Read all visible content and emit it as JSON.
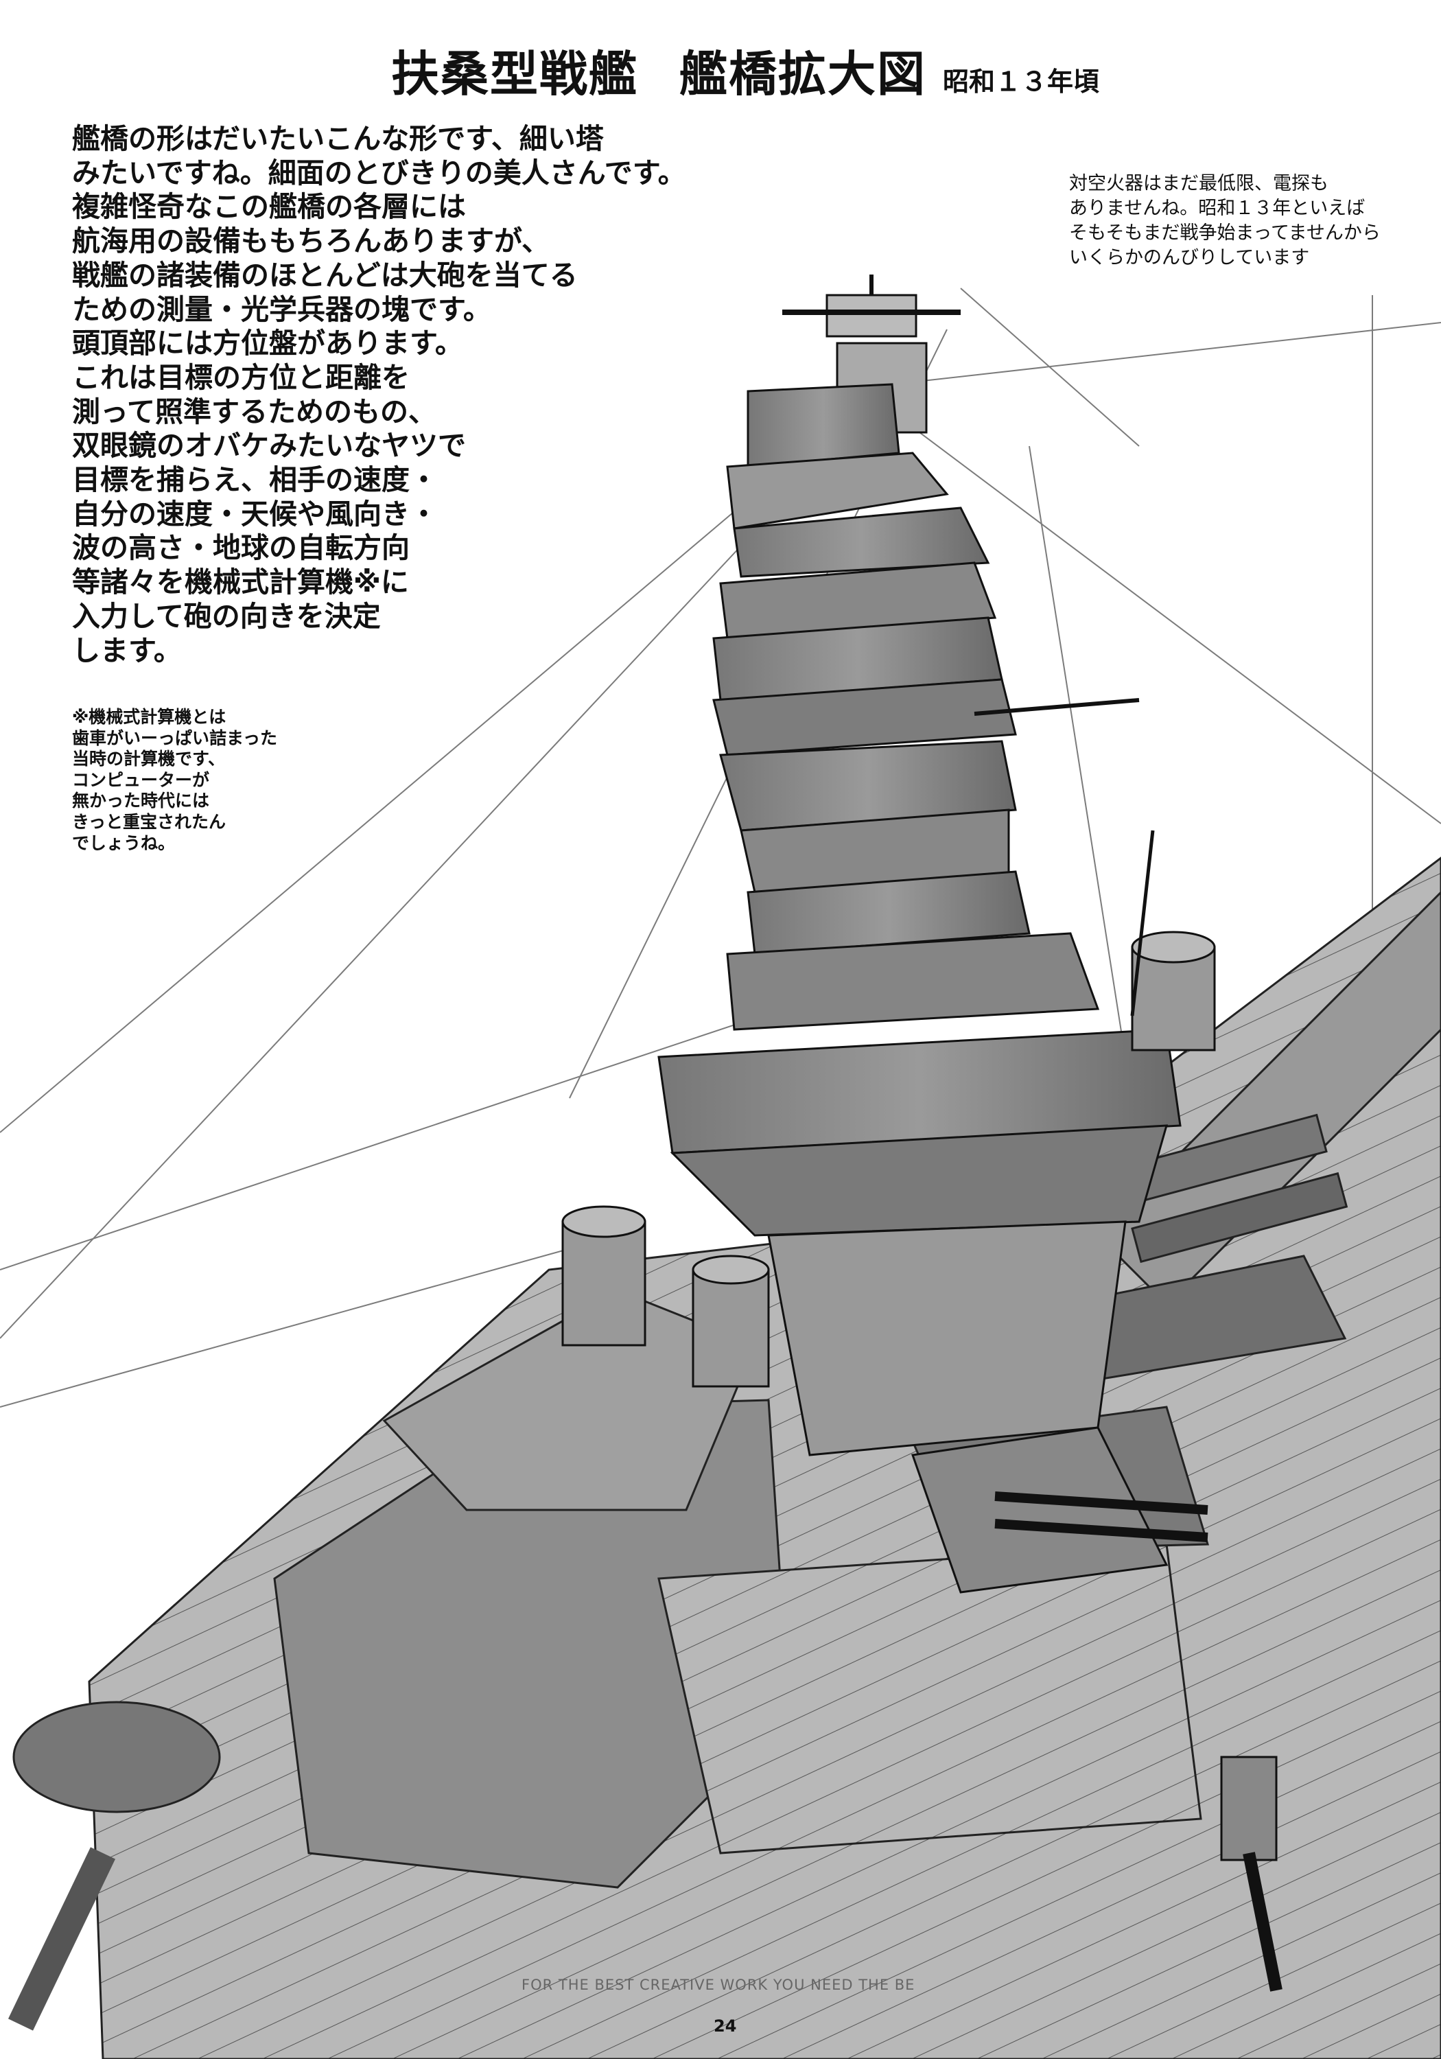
{
  "title": {
    "part1": "扶桑型戦艦",
    "part2": "艦橋拡大図",
    "era": "昭和１３年頃"
  },
  "body_text": [
    "艦橋の形はだいたいこんな形です、細い塔",
    "みたいですね。細面のとびきりの美人さんです。",
    "複雑怪奇なこの艦橋の各層には",
    "航海用の設備ももちろんありますが、",
    "戦艦の諸装備のほとんどは大砲を当てる",
    "ための測量・光学兵器の塊です。",
    "頭頂部には方位盤があります。",
    "これは目標の方位と距離を",
    "測って照準するためのもの、",
    "双眼鏡のオバケみたいなヤツで",
    "目標を捕らえ、相手の速度・",
    "自分の速度・天候や風向き・",
    "波の高さ・地球の自転方向",
    "等諸々を機械式計算機※に",
    "入力して砲の向きを決定",
    "します。"
  ],
  "footnote": [
    "※機械式計算機とは",
    "歯車がいーっぱい詰まった",
    "当時の計算機です、",
    "コンピューターが",
    "無かった時代には",
    "きっと重宝されたん",
    "でしょうね。"
  ],
  "right_note": [
    "対空火器はまだ最低限、電探も",
    "ありませんね。昭和１３年といえば",
    "そもそもまだ戦争始まってませんから",
    "いくらかのんびりしています"
  ],
  "footer_strip": "FOR THE BEST CREATIVE WORK YOU NEED THE BE",
  "page_number": "24",
  "colors": {
    "ink": "#111111",
    "shade": "#8a8a8a",
    "paper": "#ffffff"
  }
}
